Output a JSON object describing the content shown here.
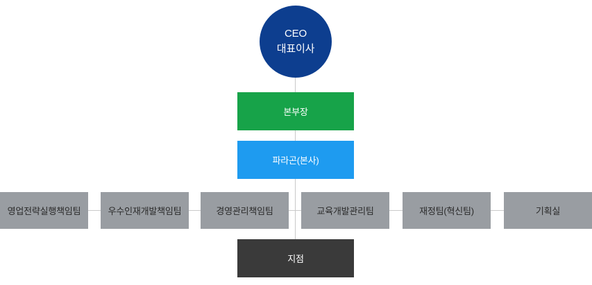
{
  "org_chart": {
    "ceo": {
      "line1": "CEO",
      "line2": "대표이사"
    },
    "division_head": {
      "label": "본부장"
    },
    "headquarters": {
      "label": "파라곤(본사)"
    },
    "departments": [
      {
        "label": "영업전략실행책임팀"
      },
      {
        "label": "우수인재개발책임팀"
      },
      {
        "label": "경영관리책임팀"
      },
      {
        "label": "교육개발관리팀"
      },
      {
        "label": "재정팀(혁신팀)"
      },
      {
        "label": "기획실"
      }
    ],
    "branch": {
      "label": "지점"
    },
    "colors": {
      "ceo_circle": "#0d3e8f",
      "division_head_green": "#17a349",
      "headquarters_blue": "#1e9bf0",
      "department_gray": "#999da2",
      "branch_dark": "#3a3a3a",
      "connector_line": "#c9c9c9"
    }
  }
}
